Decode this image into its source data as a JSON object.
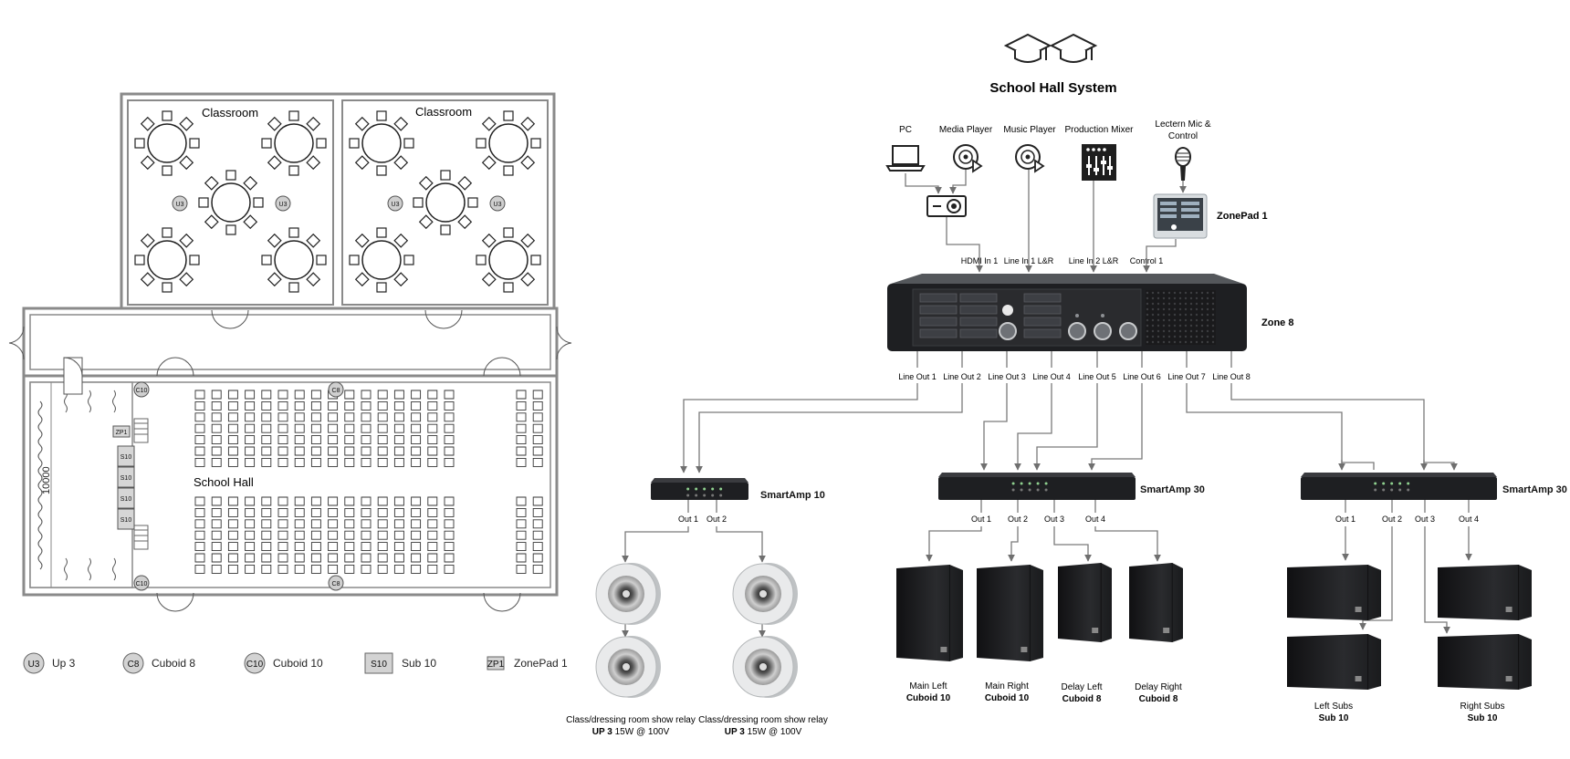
{
  "title": "School Hall System",
  "floorplan": {
    "rooms": [
      "Classroom",
      "Classroom",
      "School Hall"
    ],
    "dimension": "10000",
    "speakers": [
      {
        "code": "U3"
      },
      {
        "code": "U3"
      },
      {
        "code": "U3"
      },
      {
        "code": "U3"
      },
      {
        "code": "C10"
      },
      {
        "code": "C10"
      },
      {
        "code": "C8"
      },
      {
        "code": "C8"
      },
      {
        "code": "S10"
      },
      {
        "code": "S10"
      },
      {
        "code": "S10"
      },
      {
        "code": "S10"
      },
      {
        "code": "ZP1"
      }
    ]
  },
  "legend": [
    {
      "code": "U3",
      "name": "Up 3",
      "shape": "circle"
    },
    {
      "code": "C8",
      "name": "Cuboid 8",
      "shape": "circle"
    },
    {
      "code": "C10",
      "name": "Cuboid 10",
      "shape": "circle"
    },
    {
      "code": "S10",
      "name": "Sub 10",
      "shape": "square"
    },
    {
      "code": "ZP1",
      "name": "ZonePad 1",
      "shape": "square"
    }
  ],
  "sources": [
    {
      "label": "PC",
      "icon": "laptop-icon"
    },
    {
      "label": "Media Player",
      "icon": "disc-player-icon"
    },
    {
      "label": "Music Player",
      "icon": "disc-player-icon"
    },
    {
      "label": "Production Mixer",
      "icon": "mixer-icon"
    },
    {
      "label": "Lectern Mic & Control",
      "icon": "microphone-icon"
    }
  ],
  "zonepad": "ZonePad 1",
  "inputs": [
    "HDMI In 1",
    "Line In 1 L&R",
    "Line In 2 L&R",
    "Control 1"
  ],
  "processor": "Zone 8",
  "outputs": [
    "Line Out 1",
    "Line Out 2",
    "Line Out 3",
    "Line Out 4",
    "Line Out 5",
    "Line Out 6",
    "Line Out 7",
    "Line Out 8"
  ],
  "amps": [
    {
      "name": "SmartAmp 10",
      "outs": [
        "Out 1",
        "Out 2"
      ]
    },
    {
      "name": "SmartAmp 30",
      "outs": [
        "Out 1",
        "Out 2",
        "Out 3",
        "Out 4"
      ]
    },
    {
      "name": "SmartAmp 30",
      "outs": [
        "Out 1",
        "Out 2",
        "Out 3",
        "Out 4"
      ]
    }
  ],
  "loudspeakers": [
    {
      "line1": "Class/dressing room show relay",
      "model": "UP 3",
      "spec": "15W @ 100V"
    },
    {
      "line1": "Class/dressing room show relay",
      "model": "UP 3",
      "spec": "15W @ 100V"
    },
    {
      "line1": "Main Left",
      "model": "Cuboid 10"
    },
    {
      "line1": "Main Right",
      "model": "Cuboid 10"
    },
    {
      "line1": "Delay Left",
      "model": "Cuboid 8"
    },
    {
      "line1": "Delay Right",
      "model": "Cuboid 8"
    },
    {
      "line1": "Left Subs",
      "model": "Sub 10"
    },
    {
      "line1": "Right Subs",
      "model": "Sub 10"
    }
  ],
  "colors": {
    "wire": "#7a7a7a",
    "device": "#1e1f22",
    "plan_wall": "#8a8a8a"
  }
}
